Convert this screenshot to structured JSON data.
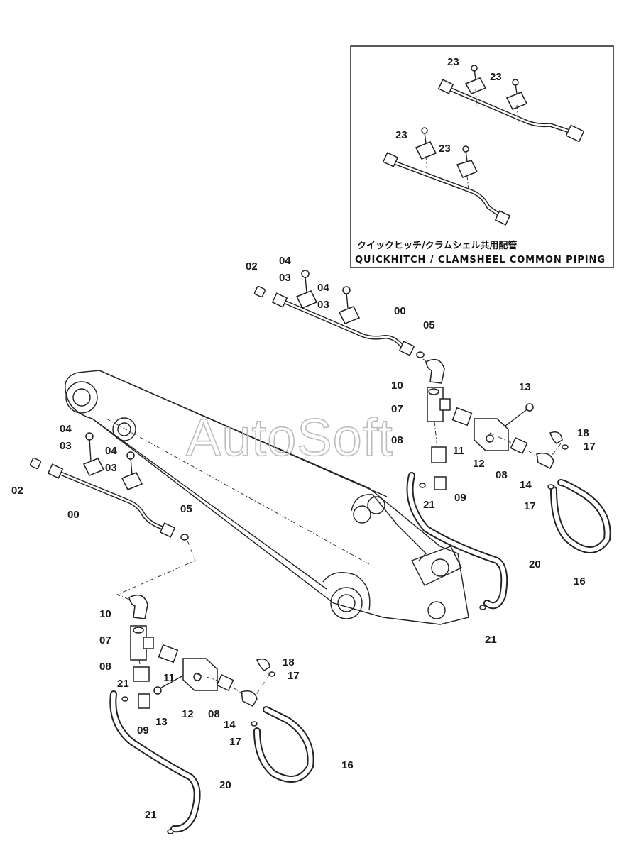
{
  "inset": {
    "caption_jp": "クイックヒッチ/クラムシェル共用配管",
    "caption_en": "QUICKHITCH / CLAMSHEEL COMMON PIPING",
    "labels": [
      "23",
      "23",
      "23",
      "23"
    ]
  },
  "watermark": "AutoSoft",
  "upper_group_labels": [
    "02",
    "04",
    "03",
    "04",
    "03",
    "00",
    "05",
    "10",
    "07",
    "13",
    "08",
    "11",
    "18",
    "17",
    "12",
    "08",
    "14",
    "21",
    "09",
    "17",
    "20",
    "16",
    "21"
  ],
  "lower_group_labels": [
    "04",
    "03",
    "04",
    "03",
    "02",
    "00",
    "05",
    "10",
    "07",
    "08",
    "11",
    "18",
    "17",
    "21",
    "13",
    "12",
    "08",
    "09",
    "14",
    "17",
    "16",
    "20",
    "21"
  ]
}
